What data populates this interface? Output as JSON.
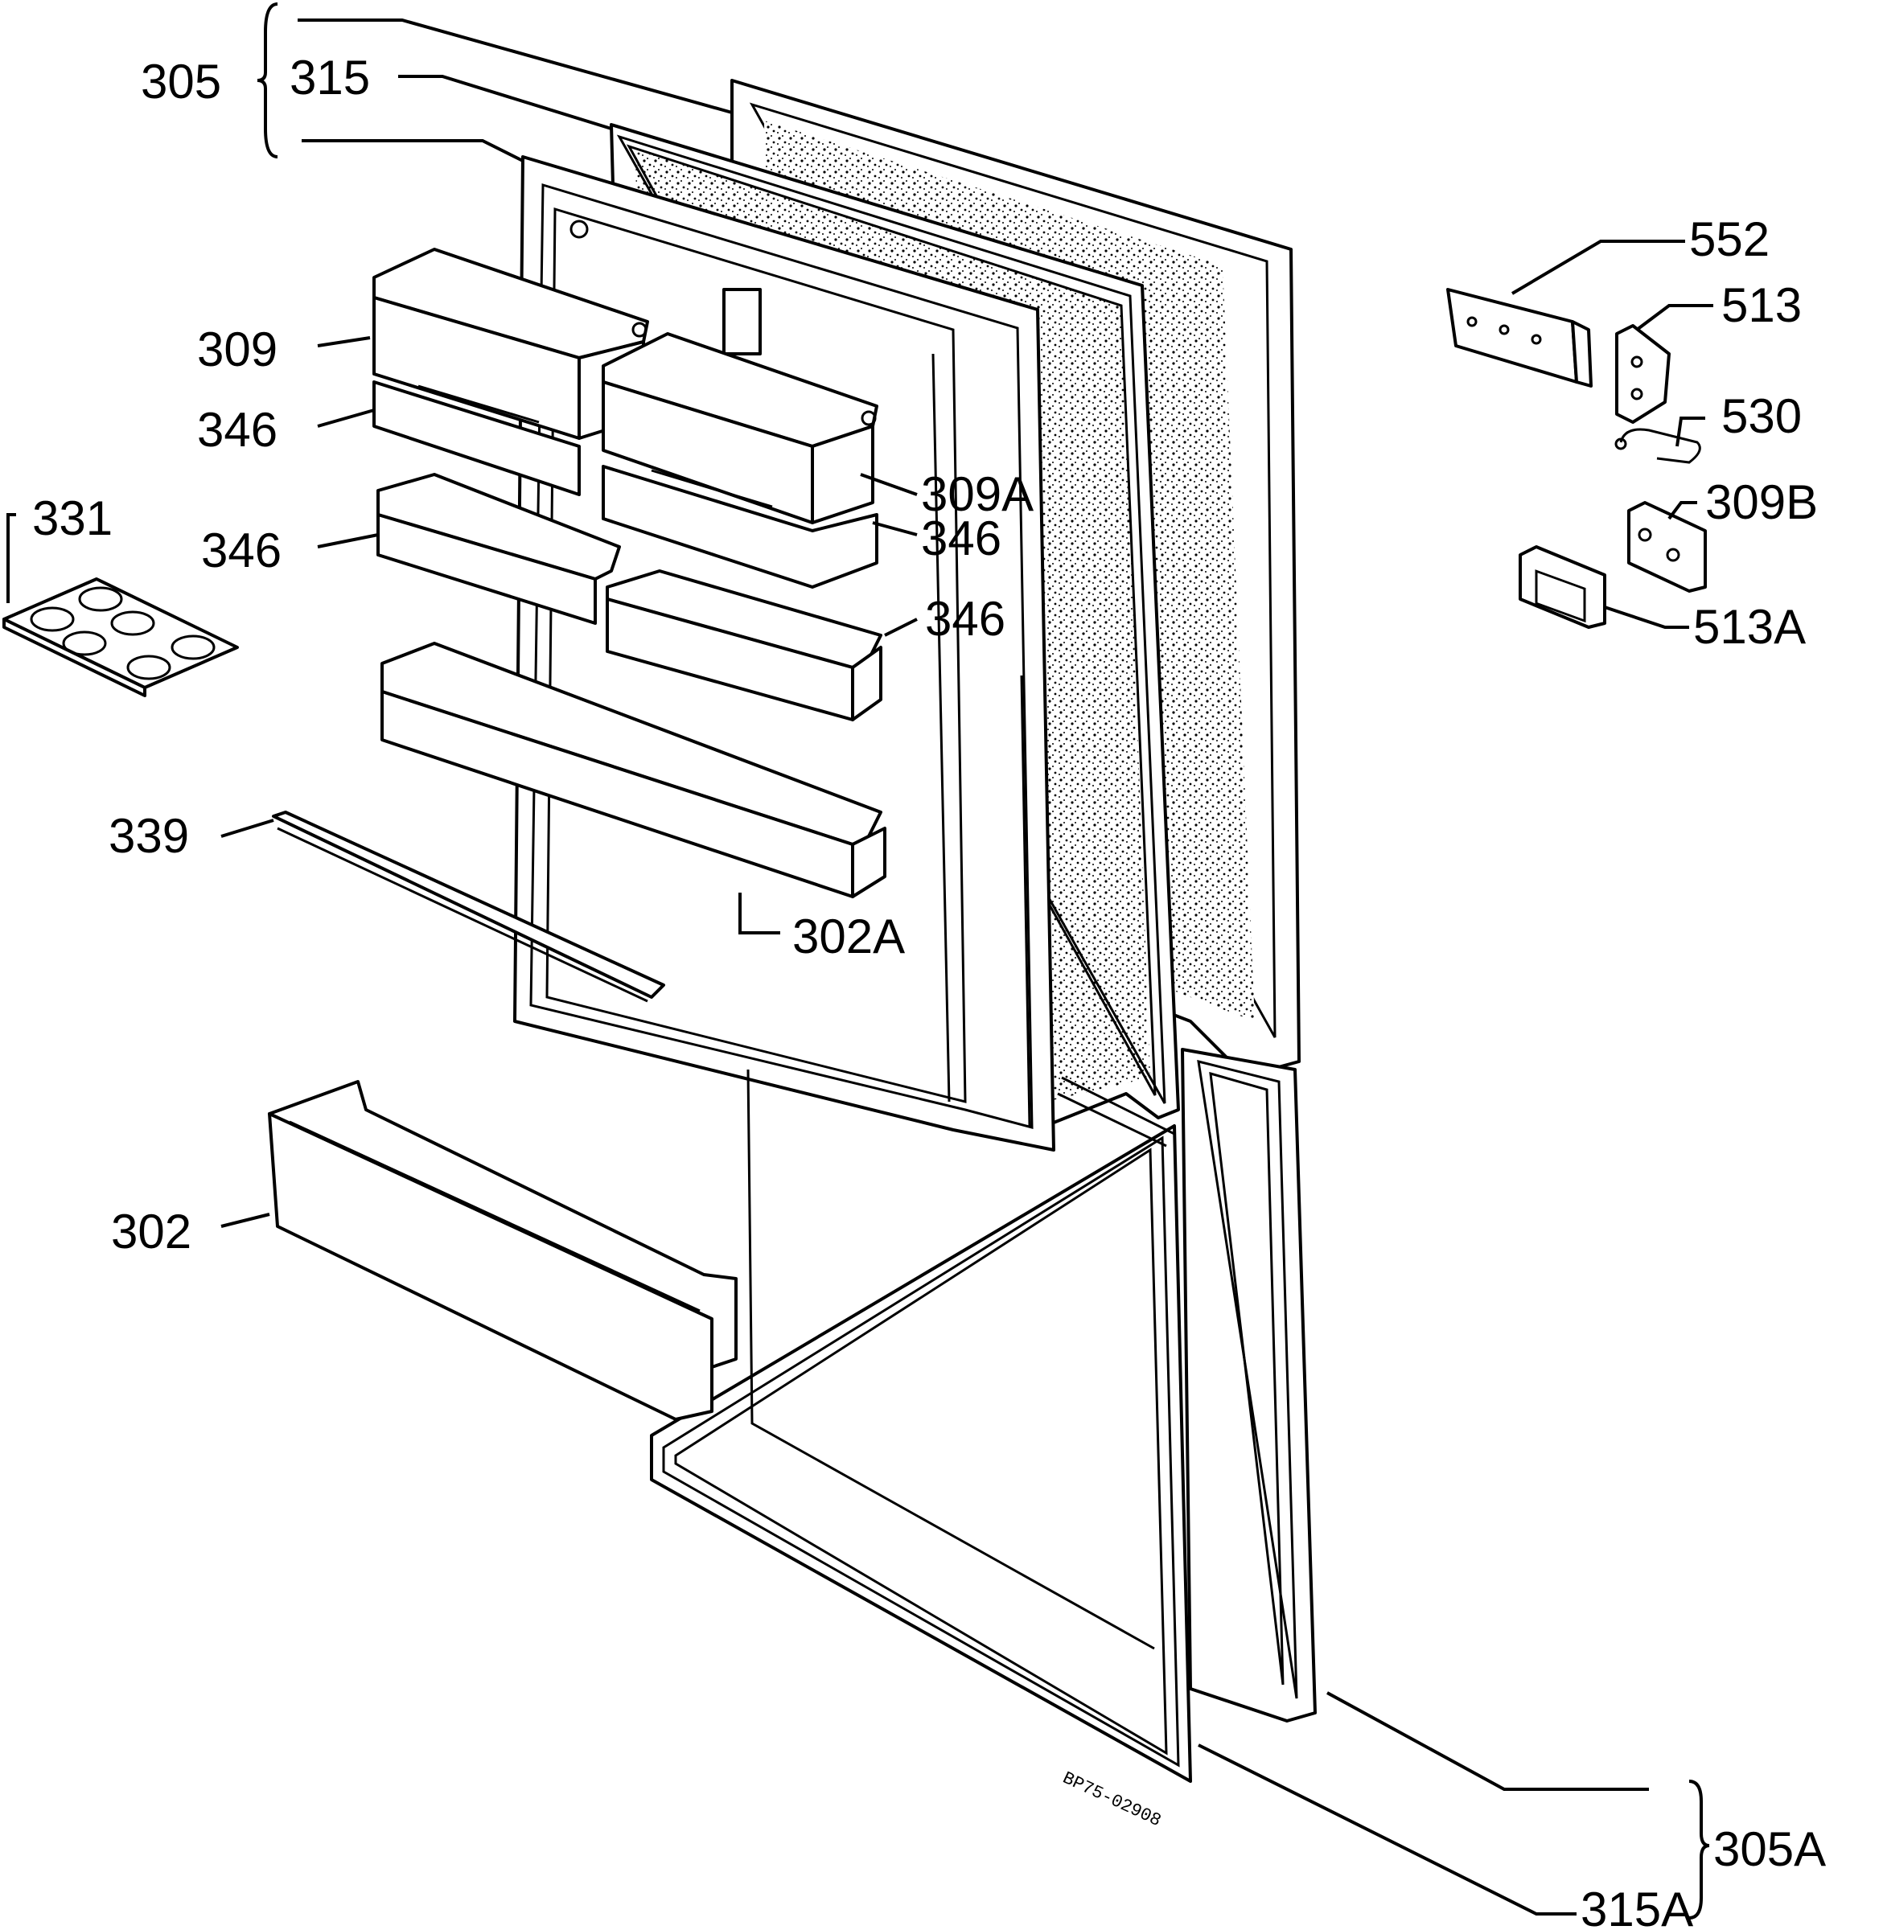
{
  "labels": {
    "l305": "305",
    "l315": "315",
    "l309": "309",
    "l346a": "346",
    "l346b": "346",
    "l331": "331",
    "l339": "339",
    "l302": "302",
    "l302a": "302A",
    "l309a": "309A",
    "l346c": "346",
    "l346d": "346",
    "l552": "552",
    "l513": "513",
    "l530": "530",
    "l309b": "309B",
    "l513a": "513A",
    "l305a": "305A",
    "l315a": "315A"
  },
  "stamp": "BP75-02908"
}
